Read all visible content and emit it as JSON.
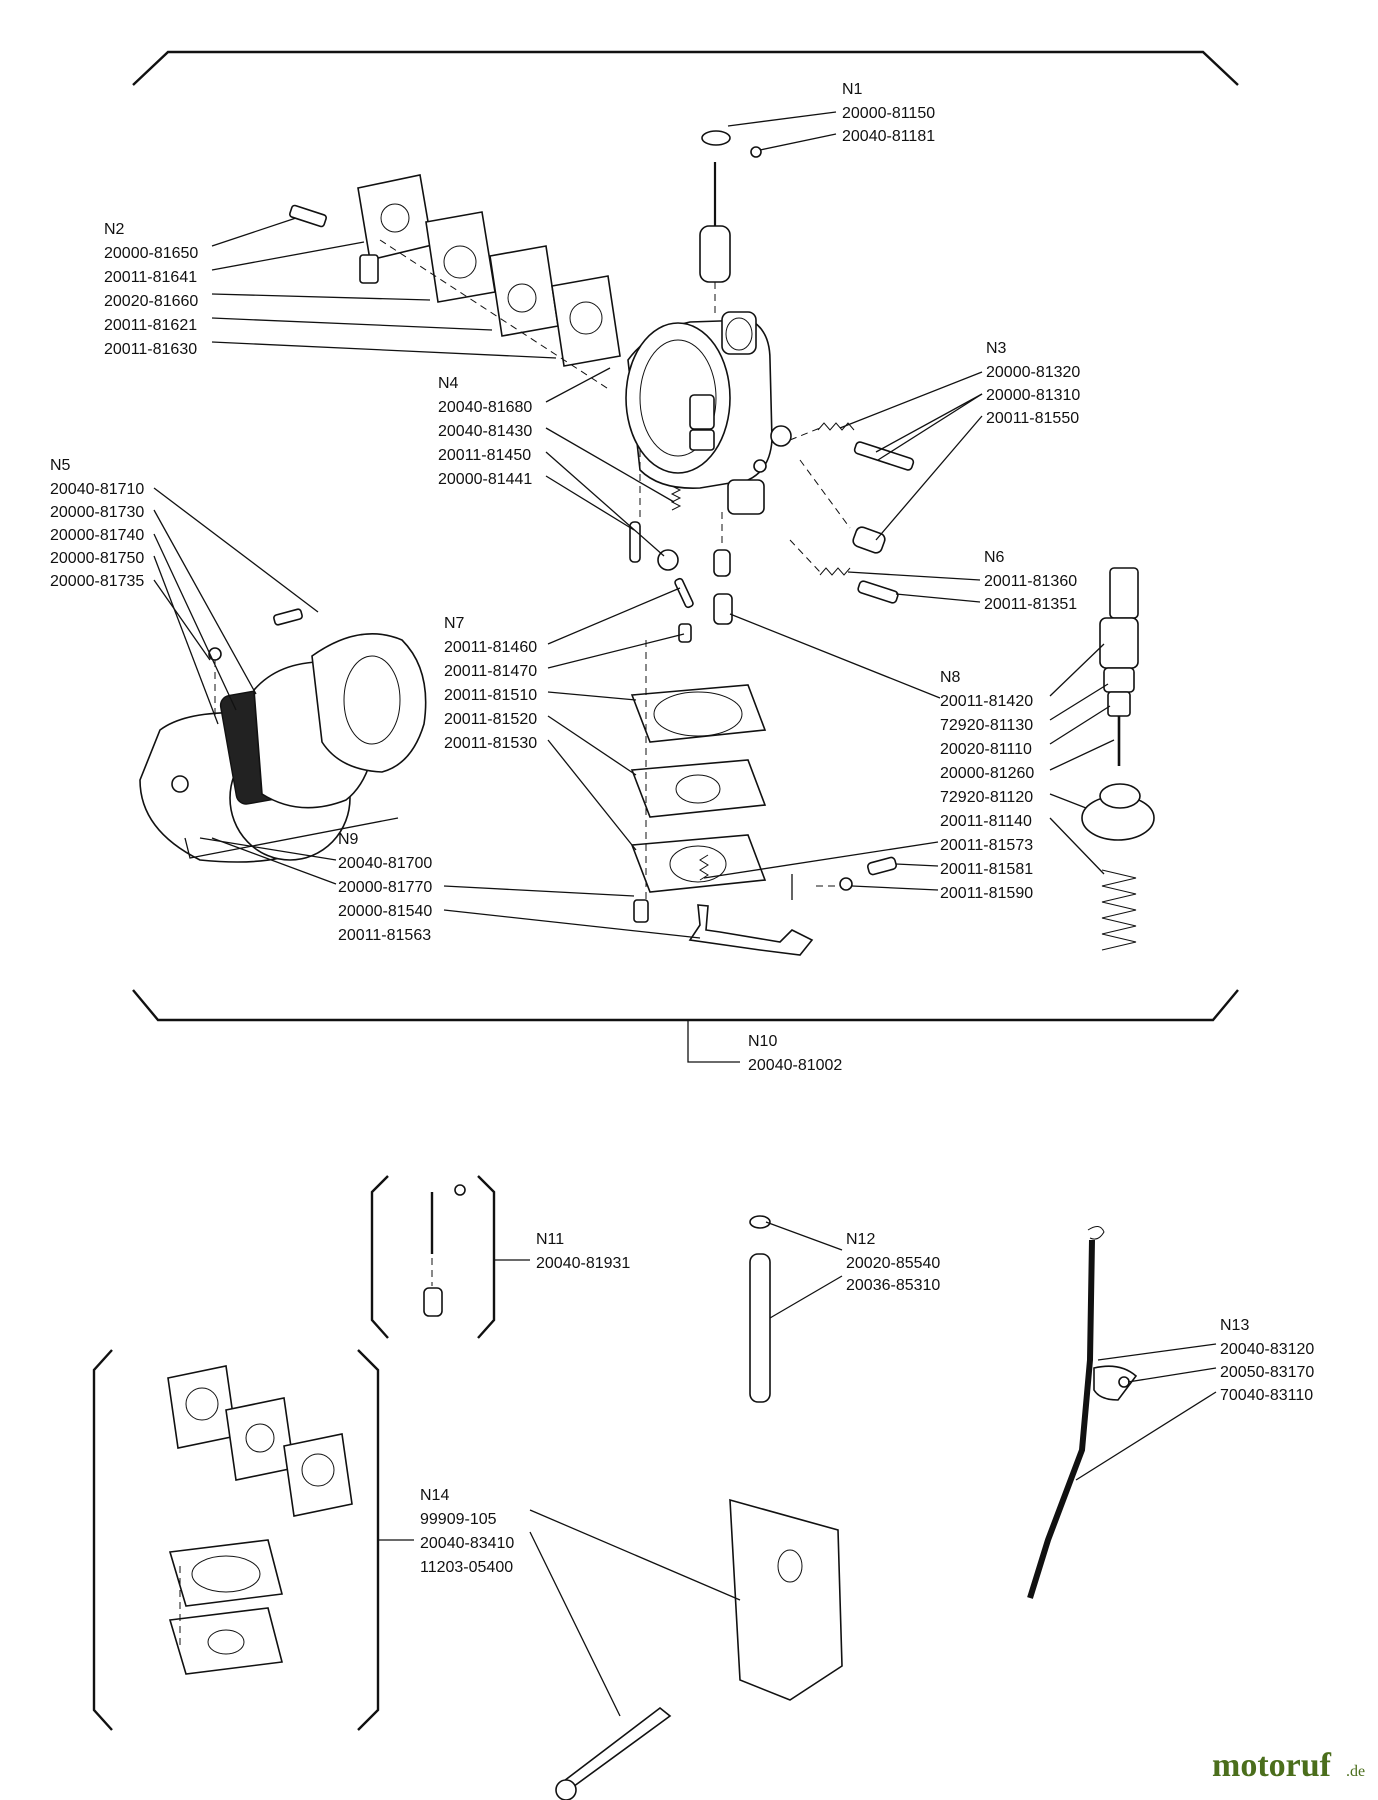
{
  "groups": [
    {
      "id": "N1",
      "parts": [
        "20000-81150",
        "20040-81181"
      ]
    },
    {
      "id": "N2",
      "parts": [
        "20000-81650",
        "20011-81641",
        "20020-81660",
        "20011-81621",
        "20011-81630"
      ]
    },
    {
      "id": "N3",
      "parts": [
        "20000-81320",
        "20000-81310",
        "20011-81550"
      ]
    },
    {
      "id": "N4",
      "parts": [
        "20040-81680",
        "20040-81430",
        "20011-81450",
        "20000-81441"
      ]
    },
    {
      "id": "N5",
      "parts": [
        "20040-81710",
        "20000-81730",
        "20000-81740",
        "20000-81750",
        "20000-81735"
      ]
    },
    {
      "id": "N6",
      "parts": [
        "20011-81360",
        "20011-81351"
      ]
    },
    {
      "id": "N7",
      "parts": [
        "20011-81460",
        "20011-81470",
        "20011-81510",
        "20011-81520",
        "20011-81530"
      ]
    },
    {
      "id": "N8",
      "parts": [
        "20011-81420",
        "72920-81130",
        "20020-81110",
        "20000-81260",
        "72920-81120",
        "20011-81140",
        "20011-81573",
        "20011-81581",
        "20011-81590"
      ]
    },
    {
      "id": "N9",
      "parts": [
        "20040-81700",
        "20000-81770",
        "20000-81540",
        "20011-81563"
      ]
    },
    {
      "id": "N10",
      "parts": [
        "20040-81002"
      ]
    },
    {
      "id": "N11",
      "parts": [
        "20040-81931"
      ]
    },
    {
      "id": "N12",
      "parts": [
        "20020-85540",
        "20036-85310"
      ]
    },
    {
      "id": "N13",
      "parts": [
        "20040-83120",
        "20050-83170",
        "70040-83110"
      ]
    },
    {
      "id": "N14",
      "parts": [
        "99909-105",
        "20040-83410",
        "11203-05400"
      ]
    }
  ],
  "watermark": {
    "brand": "motoruf",
    "tld": ".de"
  }
}
